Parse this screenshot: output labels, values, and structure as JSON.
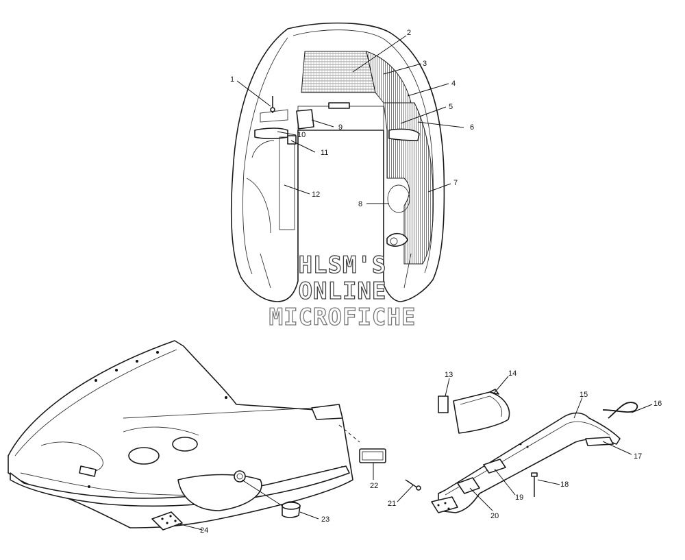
{
  "watermark": {
    "line1": "HLSM'S",
    "line2": "ONLINE",
    "line3": "MICROFICHE"
  },
  "callouts": [
    "1",
    "2",
    "3",
    "4",
    "5",
    "6",
    "7",
    "8",
    "9",
    "10",
    "11",
    "12",
    "13",
    "14",
    "15",
    "16",
    "17",
    "18",
    "19",
    "20",
    "21",
    "22",
    "23",
    "24"
  ],
  "colors": {
    "line": "#1a1a1a",
    "hatch": "#555555",
    "background": "#ffffff"
  }
}
